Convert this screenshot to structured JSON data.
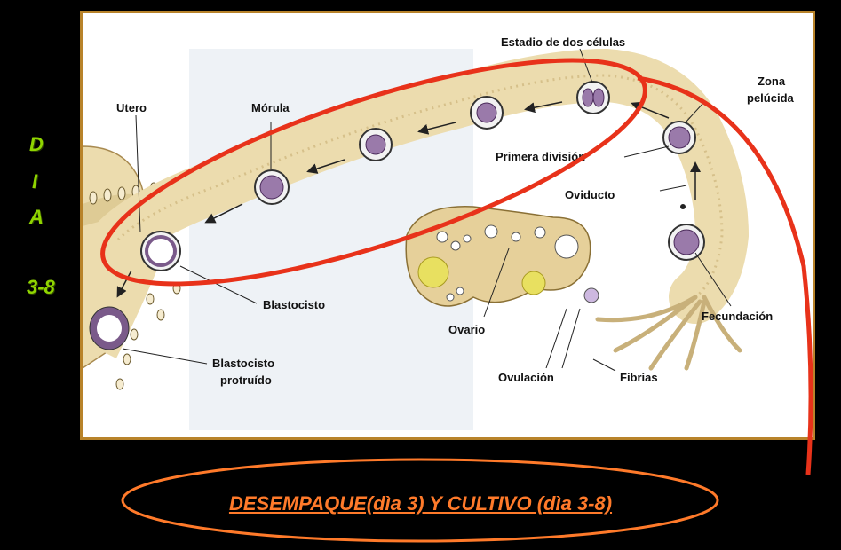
{
  "sidebar": {
    "letters": [
      "D",
      "I",
      "A"
    ],
    "range": "3-8"
  },
  "diagram": {
    "labels": {
      "estadio": "Estadio de dos células",
      "zona_line1": "Zona",
      "zona_line2": "pelúcida",
      "utero": "Utero",
      "morula": "Mórula",
      "primera": "Primera división",
      "oviducto": "Oviducto",
      "blastocisto": "Blastocisto",
      "ovario": "Ovario",
      "fecundacion": "Fecundación",
      "protruido_line1": "Blastocisto",
      "protruido_line2": "protruído",
      "ovulacion": "Ovulación",
      "fibrias": "Fibrias"
    }
  },
  "caption": {
    "text": "DESEMPAQUE(dìa 3) Y CULTIVO (dìa 3-8)"
  },
  "colors": {
    "sidebar_text": "#8fd400",
    "highlight_red": "#e8321a",
    "caption_orange": "#ff7a2a",
    "tissue": "#ecdcae",
    "panel_border": "#b8832a"
  }
}
